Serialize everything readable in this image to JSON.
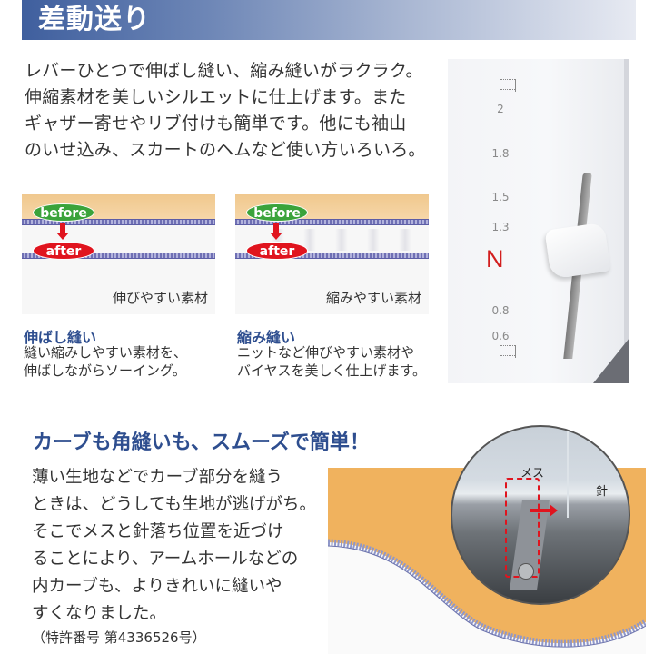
{
  "header": {
    "title": "差動送り",
    "gradient_start": "#3f5f9e",
    "gradient_end": "#e7eaf2"
  },
  "intro": {
    "lines": [
      "レバーひとつで伸ばし縫い、縮み縫いがラクラク。",
      "伸縮素材を美しいシルエットに仕上げます。また",
      "ギャザー寄せやリブ付けも簡単です。他にも袖山",
      "のいせ込み、スカートのヘムなど使い方いろいろ。"
    ]
  },
  "samples": [
    {
      "before_label": "before",
      "after_label": "after",
      "caption": "伸びやすい素材",
      "title": "伸ばし縫い",
      "desc_lines": [
        "縫い縮みしやすい素材を、",
        "伸ばしながらソーイング。"
      ]
    },
    {
      "before_label": "before",
      "after_label": "after",
      "caption": "縮みやすい素材",
      "title": "縮み縫い",
      "desc_lines": [
        "ニットなど伸びやすい素材や",
        "バイヤスを美しく仕上げます。"
      ]
    }
  ],
  "dial": {
    "top_icon": "stretch-stitch-icon",
    "ticks": [
      "2",
      "1.8",
      "1.5",
      "1.3",
      "N",
      "0.8",
      "0.6"
    ],
    "bottom_icon": "gather-stitch-icon",
    "neutral_color": "#d21e1e"
  },
  "section2": {
    "title": "カーブも角縫いも、スムーズで簡単！",
    "lines": [
      "薄い生地などでカーブ部分を縫う",
      "ときは、どうしても生地が逃げがち。",
      "そこでメスと針落ち位置を近づけ",
      "ることにより、アームホールなどの",
      "内カーブも、よりきれいに縫いや",
      "すくなりました。"
    ],
    "patent": "（特許番号 第4336526号）",
    "zoom_labels": {
      "knife": "メス",
      "needle": "針"
    },
    "accent_color": "#2e4e8f"
  }
}
